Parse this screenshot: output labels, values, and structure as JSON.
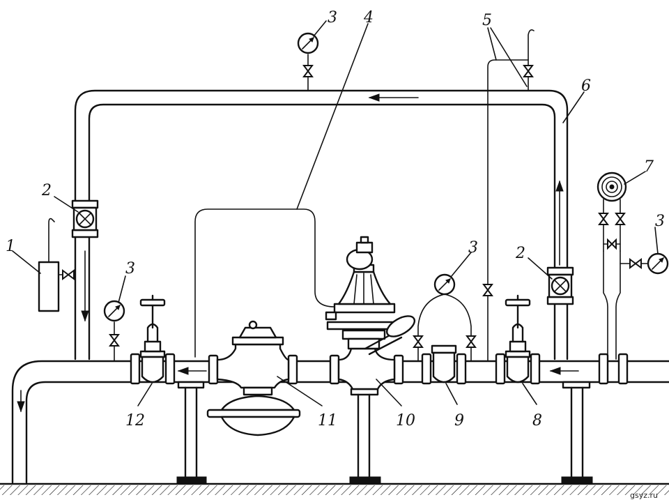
{
  "labels": {
    "l1": "1",
    "l2a": "2",
    "l2b": "2",
    "l3a": "3",
    "l3b": "3",
    "l3c": "3",
    "l3d": "3",
    "l4": "4",
    "l5": "5",
    "l6": "6",
    "l7": "7",
    "l8": "8",
    "l9": "9",
    "l10": "10",
    "l11": "11",
    "l12": "12"
  },
  "watermark": "gsyz.ru",
  "colors": {
    "ink": "#111111",
    "paper": "#ffffff"
  }
}
